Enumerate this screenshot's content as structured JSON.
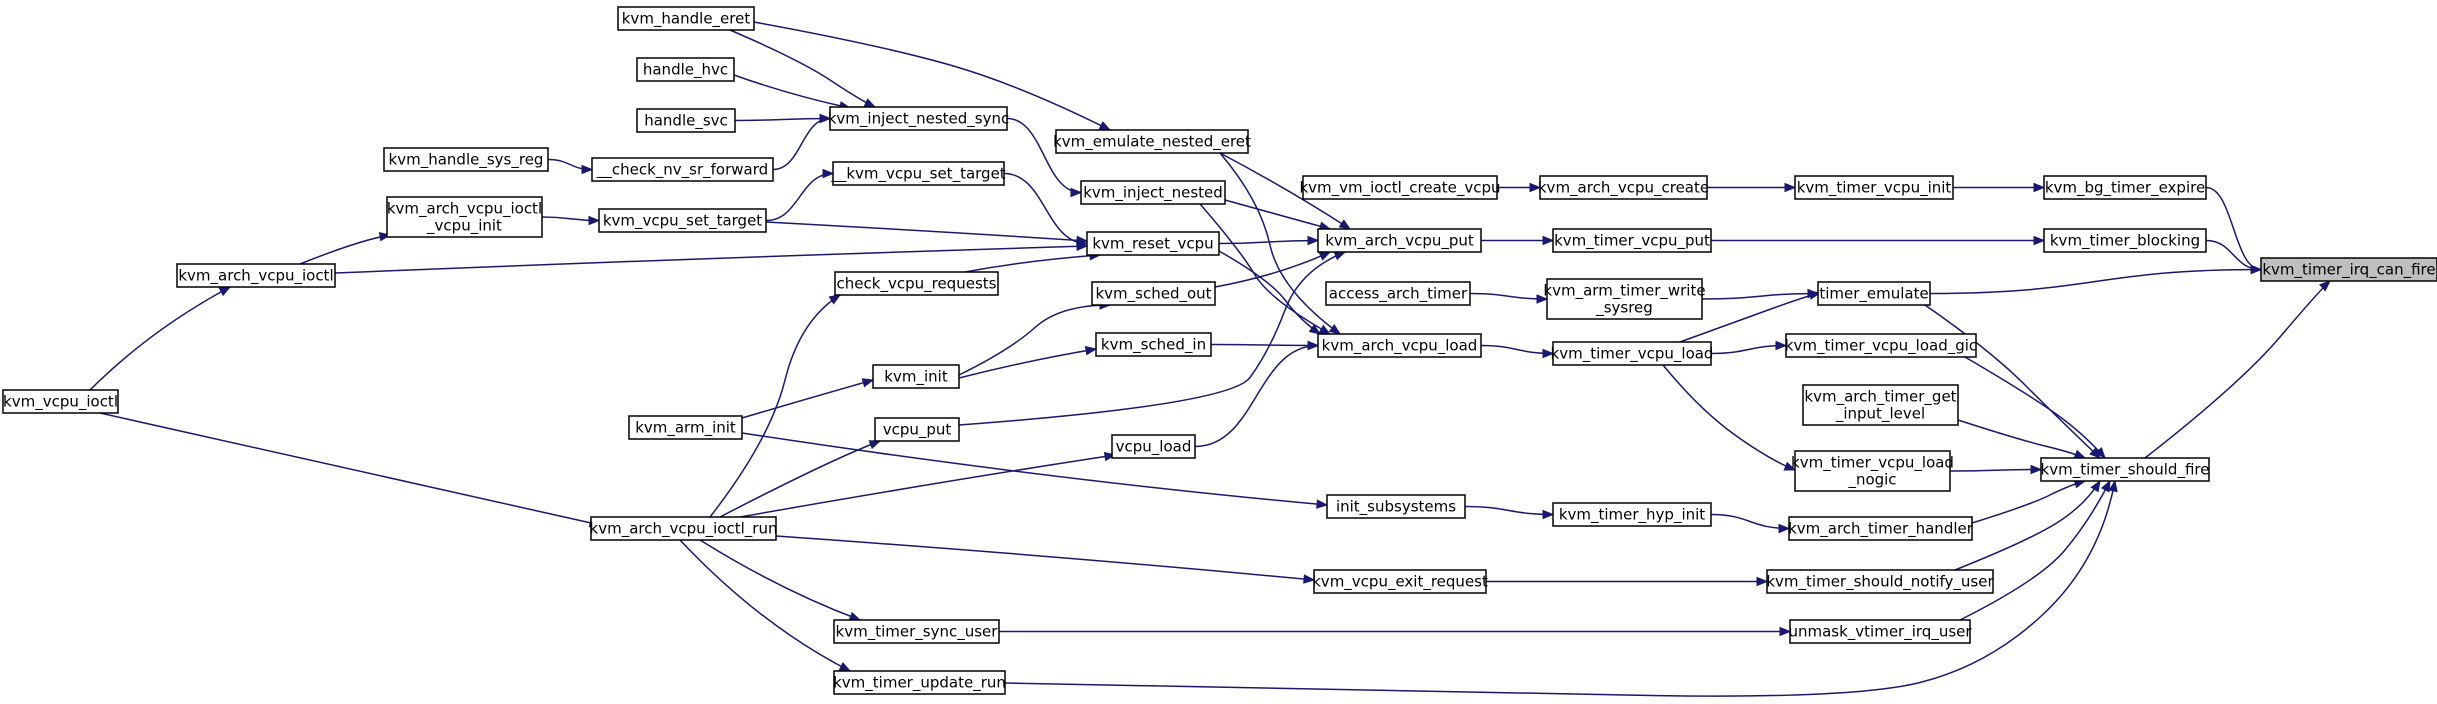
{
  "diagram": {
    "nodes": [
      {
        "id": "kvm_timer_irq_can_fire",
        "lines": [
          "kvm_timer_irq_can_fire"
        ],
        "highlight": true
      },
      {
        "id": "kvm_bg_timer_expire",
        "lines": [
          "kvm_bg_timer_expire"
        ]
      },
      {
        "id": "kvm_timer_blocking",
        "lines": [
          "kvm_timer_blocking"
        ]
      },
      {
        "id": "timer_emulate",
        "lines": [
          "timer_emulate"
        ]
      },
      {
        "id": "kvm_timer_should_fire",
        "lines": [
          "kvm_timer_should_fire"
        ]
      },
      {
        "id": "kvm_timer_vcpu_init",
        "lines": [
          "kvm_timer_vcpu_init"
        ]
      },
      {
        "id": "kvm_arch_vcpu_create",
        "lines": [
          "kvm_arch_vcpu_create"
        ]
      },
      {
        "id": "kvm_vm_ioctl_create_vcpu",
        "lines": [
          "kvm_vm_ioctl_create_vcpu"
        ]
      },
      {
        "id": "kvm_timer_vcpu_put",
        "lines": [
          "kvm_timer_vcpu_put"
        ]
      },
      {
        "id": "kvm_arch_vcpu_put",
        "lines": [
          "kvm_arch_vcpu_put"
        ]
      },
      {
        "id": "kvm_arm_timer_write_sysreg",
        "lines": [
          "kvm_arm_timer_write",
          "_sysreg"
        ]
      },
      {
        "id": "access_arch_timer",
        "lines": [
          "access_arch_timer"
        ]
      },
      {
        "id": "kvm_timer_vcpu_load",
        "lines": [
          "kvm_timer_vcpu_load"
        ]
      },
      {
        "id": "kvm_arch_vcpu_load",
        "lines": [
          "kvm_arch_vcpu_load"
        ]
      },
      {
        "id": "kvm_timer_vcpu_load_gic",
        "lines": [
          "kvm_timer_vcpu_load_gic"
        ]
      },
      {
        "id": "kvm_arch_timer_get_input_level",
        "lines": [
          "kvm_arch_timer_get",
          "_input_level"
        ]
      },
      {
        "id": "kvm_timer_vcpu_load_nogic",
        "lines": [
          "kvm_timer_vcpu_load",
          "_nogic"
        ]
      },
      {
        "id": "kvm_arch_timer_handler",
        "lines": [
          "kvm_arch_timer_handler"
        ]
      },
      {
        "id": "kvm_timer_hyp_init",
        "lines": [
          "kvm_timer_hyp_init"
        ]
      },
      {
        "id": "init_subsystems",
        "lines": [
          "init_subsystems"
        ]
      },
      {
        "id": "kvm_timer_should_notify_user",
        "lines": [
          "kvm_timer_should_notify_user"
        ]
      },
      {
        "id": "kvm_vcpu_exit_request",
        "lines": [
          "kvm_vcpu_exit_request"
        ]
      },
      {
        "id": "unmask_vtimer_irq_user",
        "lines": [
          "unmask_vtimer_irq_user"
        ]
      },
      {
        "id": "kvm_timer_sync_user",
        "lines": [
          "kvm_timer_sync_user"
        ]
      },
      {
        "id": "kvm_timer_update_run",
        "lines": [
          "kvm_timer_update_run"
        ]
      },
      {
        "id": "kvm_emulate_nested_eret",
        "lines": [
          "kvm_emulate_nested_eret"
        ]
      },
      {
        "id": "kvm_inject_nested",
        "lines": [
          "kvm_inject_nested"
        ]
      },
      {
        "id": "kvm_reset_vcpu",
        "lines": [
          "kvm_reset_vcpu"
        ]
      },
      {
        "id": "kvm_sched_out",
        "lines": [
          "kvm_sched_out"
        ]
      },
      {
        "id": "kvm_sched_in",
        "lines": [
          "kvm_sched_in"
        ]
      },
      {
        "id": "vcpu_load",
        "lines": [
          "vcpu_load"
        ]
      },
      {
        "id": "kvm_handle_eret",
        "lines": [
          "kvm_handle_eret"
        ]
      },
      {
        "id": "handle_hvc",
        "lines": [
          "handle_hvc"
        ]
      },
      {
        "id": "handle_svc",
        "lines": [
          "handle_svc"
        ]
      },
      {
        "id": "kvm_inject_nested_sync",
        "lines": [
          "kvm_inject_nested_sync"
        ]
      },
      {
        "id": "kvm_handle_sys_reg",
        "lines": [
          "kvm_handle_sys_reg"
        ]
      },
      {
        "id": "__check_nv_sr_forward",
        "lines": [
          "__check_nv_sr_forward"
        ]
      },
      {
        "id": "__kvm_vcpu_set_target",
        "lines": [
          "__kvm_vcpu_set_target"
        ]
      },
      {
        "id": "kvm_arch_vcpu_ioctl_vcpu_init",
        "lines": [
          "kvm_arch_vcpu_ioctl",
          "_vcpu_init"
        ]
      },
      {
        "id": "kvm_vcpu_set_target",
        "lines": [
          "kvm_vcpu_set_target"
        ]
      },
      {
        "id": "kvm_arch_vcpu_ioctl",
        "lines": [
          "kvm_arch_vcpu_ioctl"
        ]
      },
      {
        "id": "check_vcpu_requests",
        "lines": [
          "check_vcpu_requests"
        ]
      },
      {
        "id": "kvm_init",
        "lines": [
          "kvm_init"
        ]
      },
      {
        "id": "kvm_arm_init",
        "lines": [
          "kvm_arm_init"
        ]
      },
      {
        "id": "vcpu_put",
        "lines": [
          "vcpu_put"
        ]
      },
      {
        "id": "kvm_vcpu_ioctl",
        "lines": [
          "kvm_vcpu_ioctl"
        ]
      },
      {
        "id": "kvm_arch_vcpu_ioctl_run",
        "lines": [
          "kvm_arch_vcpu_ioctl_run"
        ]
      }
    ],
    "edges": [
      [
        "kvm_bg_timer_expire",
        "kvm_timer_irq_can_fire"
      ],
      [
        "kvm_timer_blocking",
        "kvm_timer_irq_can_fire"
      ],
      [
        "timer_emulate",
        "kvm_timer_irq_can_fire"
      ],
      [
        "kvm_timer_should_fire",
        "kvm_timer_irq_can_fire"
      ],
      [
        "kvm_timer_vcpu_init",
        "kvm_bg_timer_expire"
      ],
      [
        "kvm_arch_vcpu_create",
        "kvm_timer_vcpu_init"
      ],
      [
        "kvm_vm_ioctl_create_vcpu",
        "kvm_arch_vcpu_create"
      ],
      [
        "kvm_timer_vcpu_put",
        "kvm_timer_blocking"
      ],
      [
        "kvm_arch_vcpu_put",
        "kvm_timer_vcpu_put"
      ],
      [
        "kvm_arm_timer_write_sysreg",
        "timer_emulate"
      ],
      [
        "access_arch_timer",
        "kvm_arm_timer_write_sysreg"
      ],
      [
        "kvm_timer_vcpu_load",
        "timer_emulate"
      ],
      [
        "kvm_arch_vcpu_load",
        "kvm_timer_vcpu_load"
      ],
      [
        "timer_emulate",
        "kvm_timer_should_fire"
      ],
      [
        "kvm_timer_vcpu_load_gic",
        "kvm_timer_should_fire"
      ],
      [
        "kvm_arch_timer_get_input_level",
        "kvm_timer_should_fire"
      ],
      [
        "kvm_timer_vcpu_load_nogic",
        "kvm_timer_should_fire"
      ],
      [
        "kvm_arch_timer_handler",
        "kvm_timer_should_fire"
      ],
      [
        "kvm_timer_should_notify_user",
        "kvm_timer_should_fire"
      ],
      [
        "unmask_vtimer_irq_user",
        "kvm_timer_should_fire"
      ],
      [
        "kvm_timer_update_run",
        "kvm_timer_should_fire"
      ],
      [
        "kvm_timer_vcpu_load",
        "kvm_timer_vcpu_load_gic"
      ],
      [
        "kvm_timer_vcpu_load",
        "kvm_timer_vcpu_load_nogic"
      ],
      [
        "kvm_timer_hyp_init",
        "kvm_arch_timer_handler"
      ],
      [
        "init_subsystems",
        "kvm_timer_hyp_init"
      ],
      [
        "kvm_vcpu_exit_request",
        "kvm_timer_should_notify_user"
      ],
      [
        "kvm_timer_sync_user",
        "unmask_vtimer_irq_user"
      ],
      [
        "kvm_emulate_nested_eret",
        "kvm_arch_vcpu_put"
      ],
      [
        "kvm_inject_nested",
        "kvm_arch_vcpu_put"
      ],
      [
        "kvm_reset_vcpu",
        "kvm_arch_vcpu_put"
      ],
      [
        "kvm_sched_out",
        "kvm_arch_vcpu_put"
      ],
      [
        "vcpu_put",
        "kvm_arch_vcpu_put"
      ],
      [
        "kvm_emulate_nested_eret",
        "kvm_arch_vcpu_load"
      ],
      [
        "kvm_inject_nested",
        "kvm_arch_vcpu_load"
      ],
      [
        "kvm_reset_vcpu",
        "kvm_arch_vcpu_load"
      ],
      [
        "kvm_sched_in",
        "kvm_arch_vcpu_load"
      ],
      [
        "vcpu_load",
        "kvm_arch_vcpu_load"
      ],
      [
        "kvm_handle_eret",
        "kvm_emulate_nested_eret"
      ],
      [
        "kvm_inject_nested_sync",
        "kvm_inject_nested"
      ],
      [
        "kvm_handle_eret",
        "kvm_inject_nested_sync"
      ],
      [
        "handle_hvc",
        "kvm_inject_nested_sync"
      ],
      [
        "handle_svc",
        "kvm_inject_nested_sync"
      ],
      [
        "__check_nv_sr_forward",
        "kvm_inject_nested_sync"
      ],
      [
        "kvm_handle_sys_reg",
        "__check_nv_sr_forward"
      ],
      [
        "__kvm_vcpu_set_target",
        "kvm_reset_vcpu"
      ],
      [
        "kvm_vcpu_set_target",
        "kvm_reset_vcpu"
      ],
      [
        "kvm_arch_vcpu_ioctl",
        "kvm_reset_vcpu"
      ],
      [
        "check_vcpu_requests",
        "kvm_reset_vcpu"
      ],
      [
        "kvm_vcpu_set_target",
        "__kvm_vcpu_set_target"
      ],
      [
        "kvm_arch_vcpu_ioctl_vcpu_init",
        "kvm_vcpu_set_target"
      ],
      [
        "kvm_arch_vcpu_ioctl",
        "kvm_arch_vcpu_ioctl_vcpu_init"
      ],
      [
        "kvm_vcpu_ioctl",
        "kvm_arch_vcpu_ioctl"
      ],
      [
        "kvm_init",
        "kvm_sched_out"
      ],
      [
        "kvm_init",
        "kvm_sched_in"
      ],
      [
        "kvm_arm_init",
        "kvm_init"
      ],
      [
        "kvm_arch_vcpu_ioctl_run",
        "check_vcpu_requests"
      ],
      [
        "kvm_arch_vcpu_ioctl_run",
        "vcpu_put"
      ],
      [
        "kvm_arch_vcpu_ioctl_run",
        "vcpu_load"
      ],
      [
        "kvm_arm_init",
        "init_subsystems"
      ],
      [
        "kvm_vcpu_ioctl",
        "kvm_arch_vcpu_ioctl_run"
      ],
      [
        "kvm_arch_vcpu_ioctl_run",
        "kvm_vcpu_exit_request"
      ],
      [
        "kvm_arch_vcpu_ioctl_run",
        "kvm_timer_sync_user"
      ],
      [
        "kvm_arch_vcpu_ioctl_run",
        "kvm_timer_update_run"
      ]
    ]
  }
}
